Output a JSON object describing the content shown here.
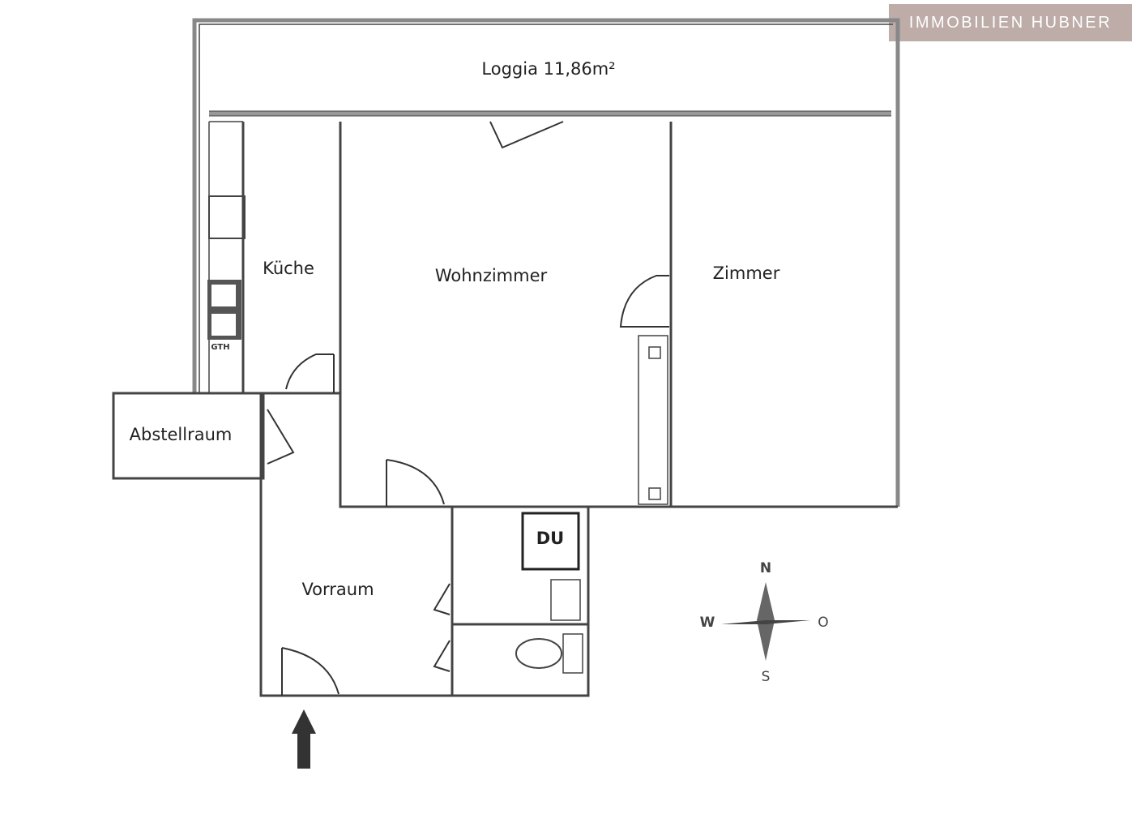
{
  "brand": {
    "logo_text": "IMMOBILIEN HUBNER",
    "color": "#bdaca7"
  },
  "rooms": {
    "loggia": "Loggia 11,86m²",
    "kueche": "Küche",
    "wohnzimmer": "Wohnzimmer",
    "zimmer": "Zimmer",
    "abstellraum": "Abstellraum",
    "vorraum": "Vorraum",
    "du": "DU"
  },
  "fixtures": {
    "gas_heater": "GTH"
  },
  "compass": {
    "n": "N",
    "s": "S",
    "w": "W",
    "o": "O"
  }
}
